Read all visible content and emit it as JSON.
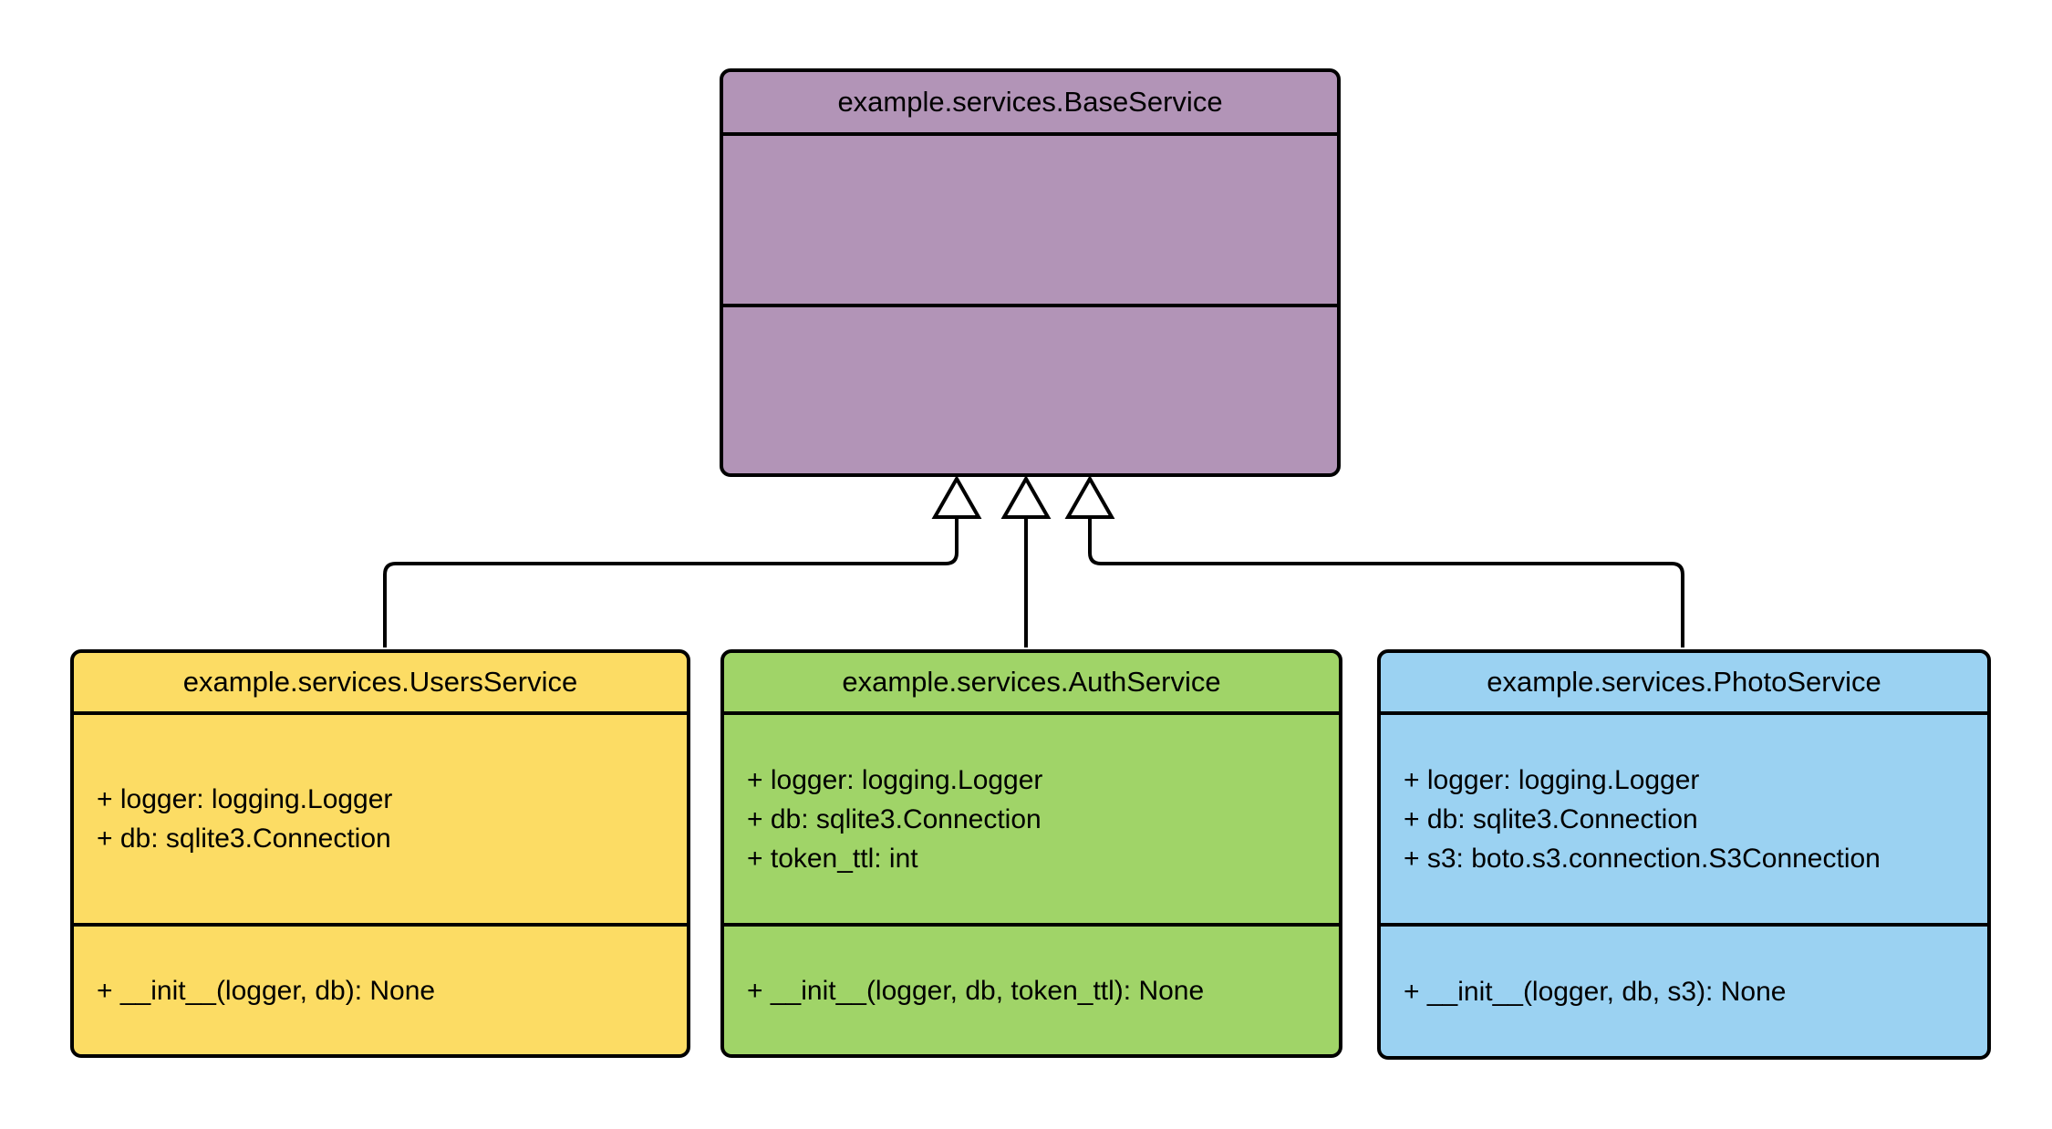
{
  "diagram": {
    "background": "#ffffff",
    "line_color": "#000000",
    "arrow_fill": "#ffffff"
  },
  "classes": [
    {
      "name": "example.services.BaseService",
      "fill": "#b294b7",
      "attributes": [],
      "methods": []
    },
    {
      "name": "example.services.UsersService",
      "fill": "#fcdc64",
      "attributes": [
        "+ logger: logging.Logger",
        "+ db: sqlite3.Connection"
      ],
      "methods": [
        "+ __init__(logger, db): None"
      ]
    },
    {
      "name": "example.services.AuthService",
      "fill": "#a0d468",
      "attributes": [
        "+ logger: logging.Logger",
        "+ db: sqlite3.Connection",
        "+ token_ttl: int"
      ],
      "methods": [
        "+ __init__(logger, db, token_ttl): None"
      ]
    },
    {
      "name": "example.services.PhotoService",
      "fill": "#9bd2f2",
      "attributes": [
        "+ logger: logging.Logger",
        "+ db: sqlite3.Connection",
        "+ s3: boto.s3.connection.S3Connection"
      ],
      "methods": [
        "+ __init__(logger, db, s3): None"
      ]
    }
  ],
  "relationships": [
    {
      "type": "inheritance",
      "from": "example.services.UsersService",
      "to": "example.services.BaseService"
    },
    {
      "type": "inheritance",
      "from": "example.services.AuthService",
      "to": "example.services.BaseService"
    },
    {
      "type": "inheritance",
      "from": "example.services.PhotoService",
      "to": "example.services.BaseService"
    }
  ]
}
